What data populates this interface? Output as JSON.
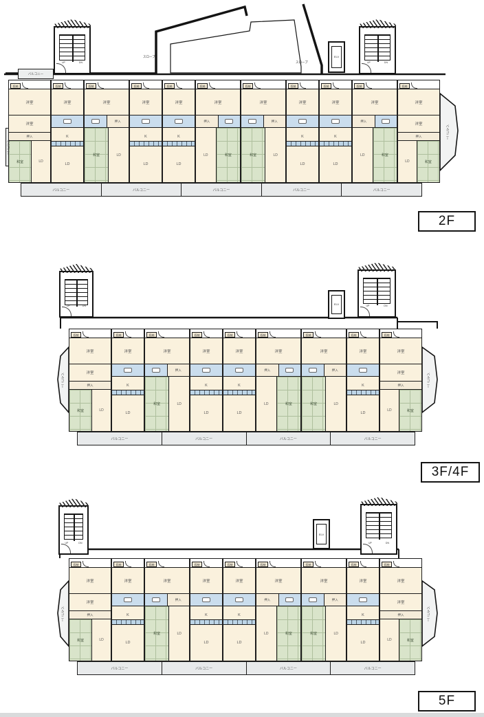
{
  "document": {
    "type": "apartment-building-floor-plans",
    "sheet_background": "#ffffff"
  },
  "labels": {
    "balcony": "バルコニー",
    "slope": "スロープ",
    "elevator": "ELV",
    "bedroom": "洋室",
    "tatami_room": "和室",
    "living_dining": "LD",
    "kitchen": "K",
    "closet": "押入",
    "storage": "収納",
    "up": "UP",
    "down": "DN"
  },
  "colors": {
    "room_cream": "#faf1dd",
    "tatami_green": "#d9e4ca",
    "wet_blue": "#cadded",
    "balcony_gray": "#e8eaeb",
    "wall": "#1c1c1c"
  },
  "floors": [
    {
      "tag": "2F",
      "units": [
        "cornerL",
        "b",
        "aL",
        "b",
        "b",
        "aR",
        "aL",
        "b",
        "b",
        "aR",
        "cornerR"
      ],
      "balcony_label_count": 5
    },
    {
      "tag": "3F/4F",
      "units": [
        "cornerL",
        "b",
        "aL",
        "b",
        "b",
        "aR",
        "aL",
        "b",
        "cornerR"
      ],
      "balcony_label_count": 4
    },
    {
      "tag": "5F",
      "units": [
        "cornerL",
        "b",
        "aL",
        "b",
        "b",
        "aR",
        "aL",
        "b",
        "cornerR"
      ],
      "balcony_label_count": 4
    }
  ]
}
